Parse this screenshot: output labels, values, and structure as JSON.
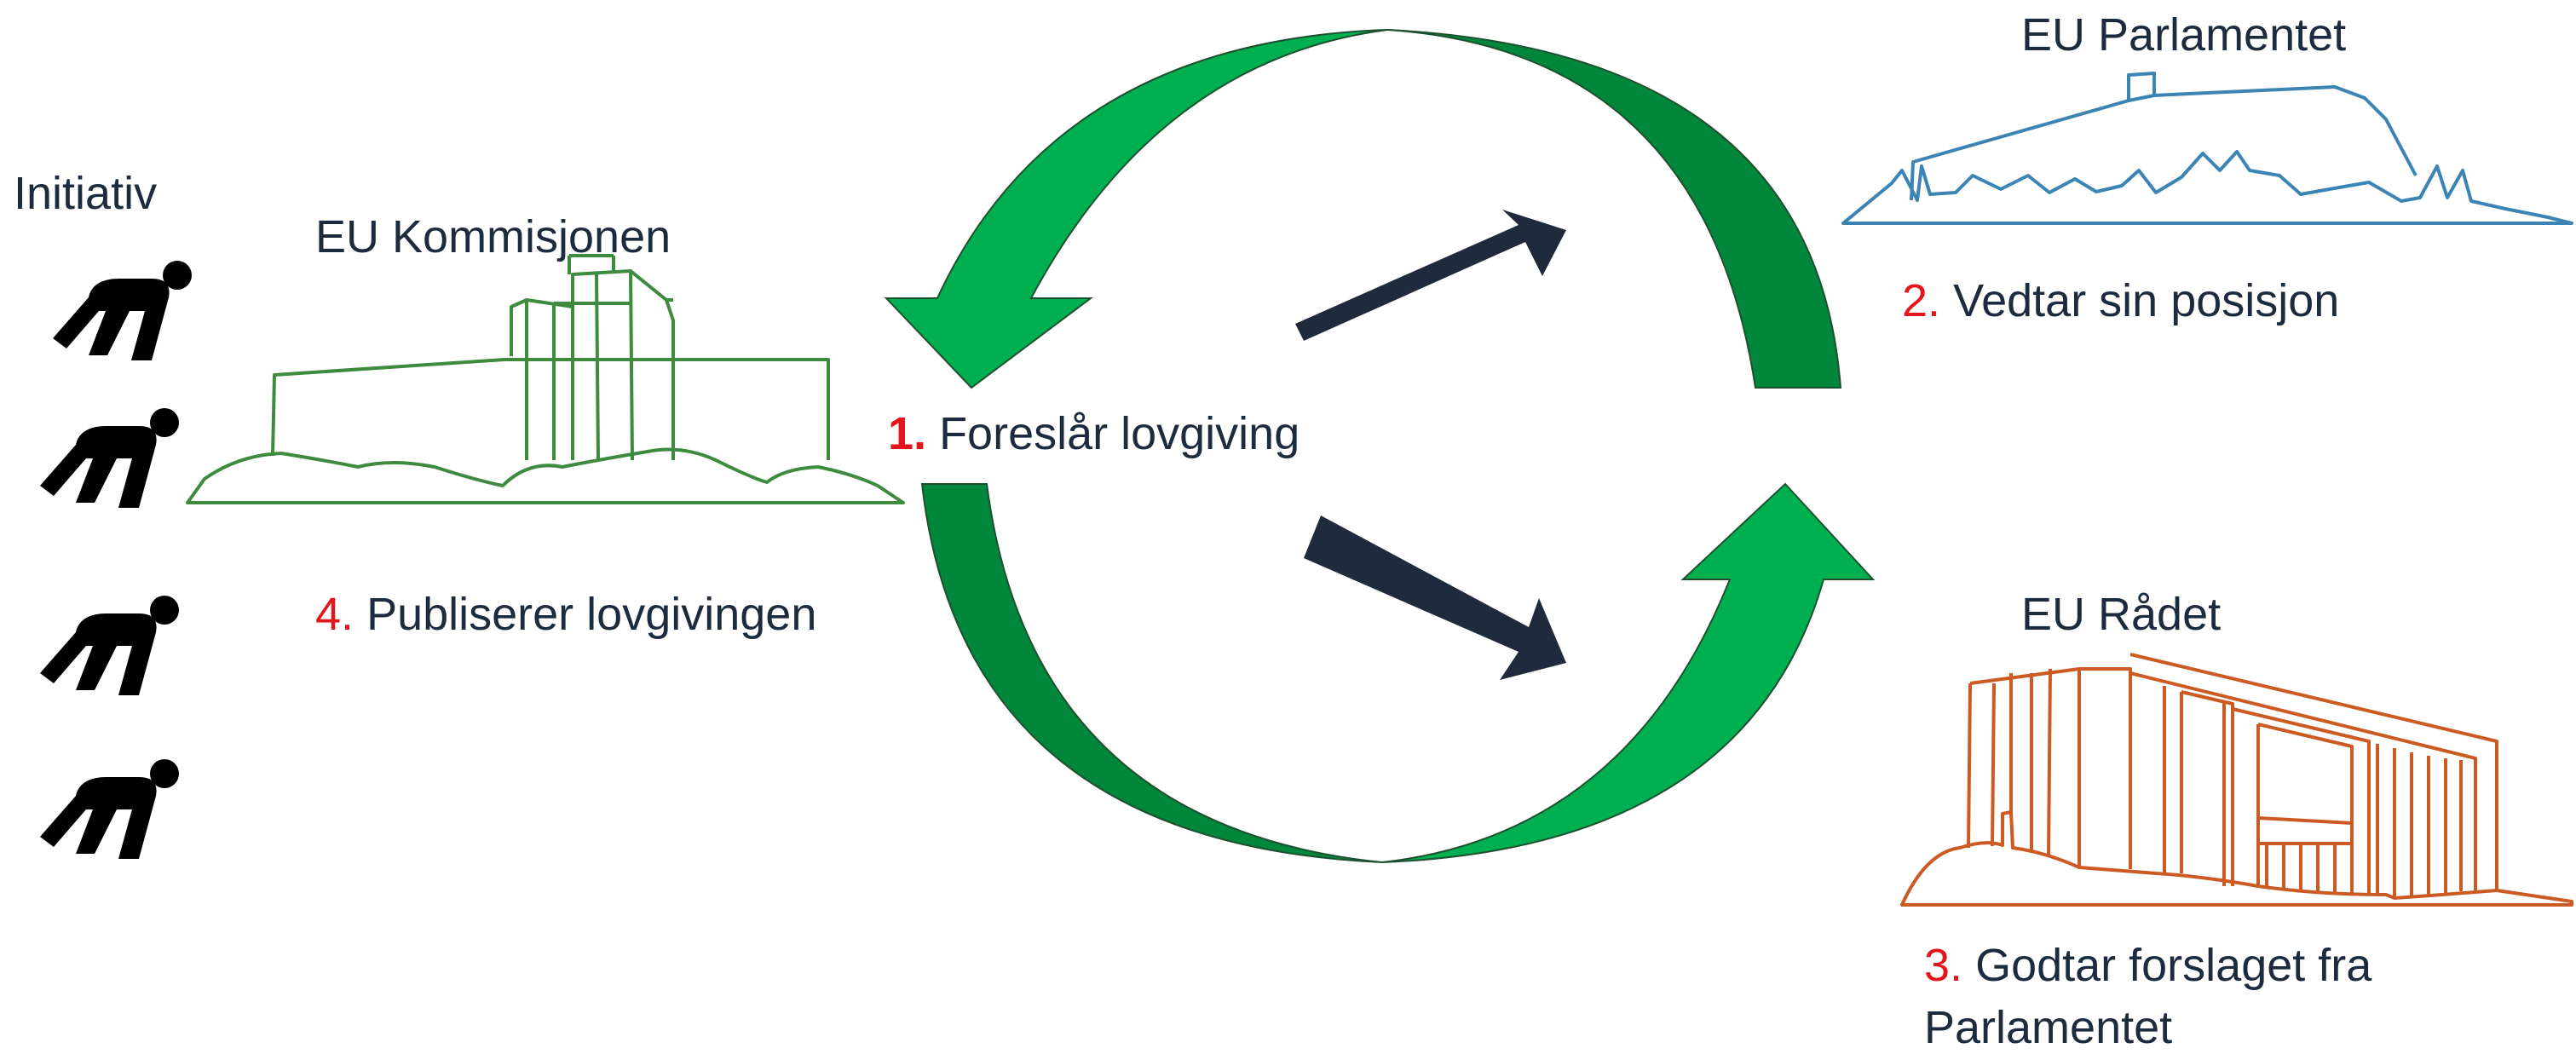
{
  "labels": {
    "initiative": "Initiativ",
    "commission": "EU Kommisjonen",
    "parliament": "EU Parlamentet",
    "council": "EU Rådet"
  },
  "steps": [
    {
      "number": "1.",
      "text": "Foreslår lovgiving"
    },
    {
      "number": "2.",
      "text": "Vedtar sin posisjon"
    },
    {
      "number": "3.",
      "text": "Godtar forslaget fra",
      "text2": "Parlamentet"
    },
    {
      "number": "4.",
      "text": "Publiserer lovgivingen"
    }
  ],
  "icons": {
    "runner": "runner-icon",
    "commission_building": "commission-building-icon",
    "parliament_building": "parliament-building-icon",
    "council_building": "council-building-icon",
    "cycle_arrow": "cycle-arrow-icon",
    "dark_arrow": "dark-arrow-icon"
  },
  "colors": {
    "text": "#1c2b3e",
    "step_number": "#e3171b",
    "arrow_light": "#00b050",
    "arrow_dark": "#00873b",
    "navy_arrow": "#1f2a3c",
    "commission": "#3e8a3e",
    "parliament": "#3c84b4",
    "council": "#cc5a23"
  }
}
